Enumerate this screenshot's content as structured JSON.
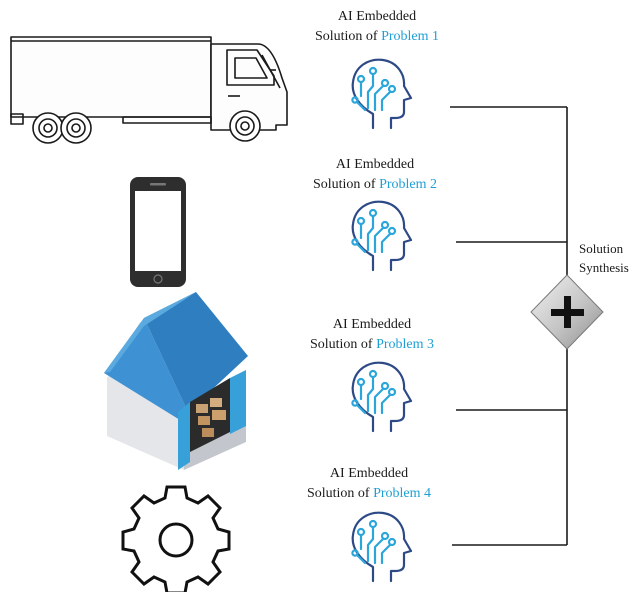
{
  "solutions": [
    {
      "line1": "AI Embedded",
      "prefix": "Solution of",
      "highlight": "Problem 1"
    },
    {
      "line1": "AI Embedded",
      "prefix": "Solution of",
      "highlight": "Problem 2"
    },
    {
      "line1": "AI Embedded",
      "prefix": "Solution of",
      "highlight": "Problem 3"
    },
    {
      "line1": "AI Embedded",
      "prefix": "Solution of",
      "highlight": "Problem 4"
    }
  ],
  "synthesis": {
    "line1": "Solution",
    "line2": "Synthesis"
  },
  "icons": [
    "truck-icon",
    "smartphone-icon",
    "warehouse-icon",
    "gear-icon",
    "ai-head-icon",
    "plus-diamond-icon"
  ],
  "colors": {
    "accent": "#1e9fd6",
    "roof": "#3d8fd0",
    "diamond": "#c9c9c9",
    "text": "#1a1a1a"
  }
}
